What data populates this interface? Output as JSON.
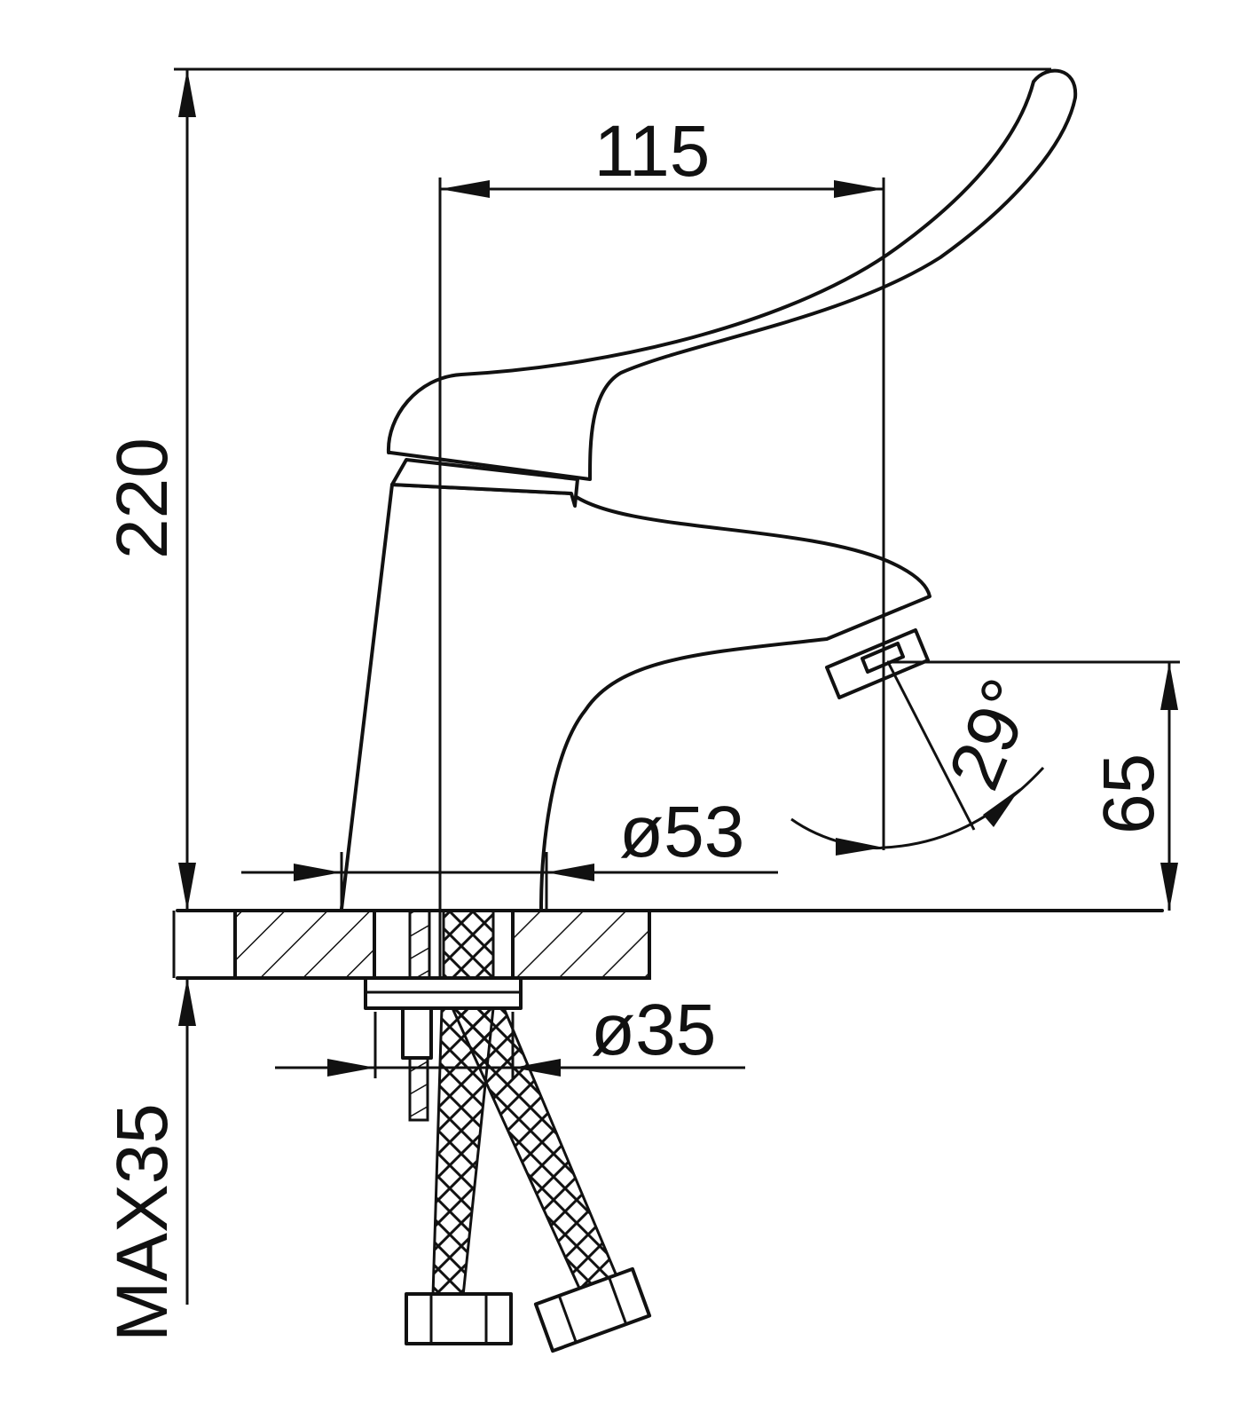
{
  "drawing": {
    "dimensions": {
      "total_height": "220",
      "handle_reach": "115",
      "base_diameter": "ø53",
      "spout_height": "65",
      "spout_angle": "29°",
      "max_counter_thickness": "MAX35",
      "mount_diameter": "ø35"
    },
    "colors": {
      "line": "#111111",
      "background": "#ffffff"
    }
  }
}
